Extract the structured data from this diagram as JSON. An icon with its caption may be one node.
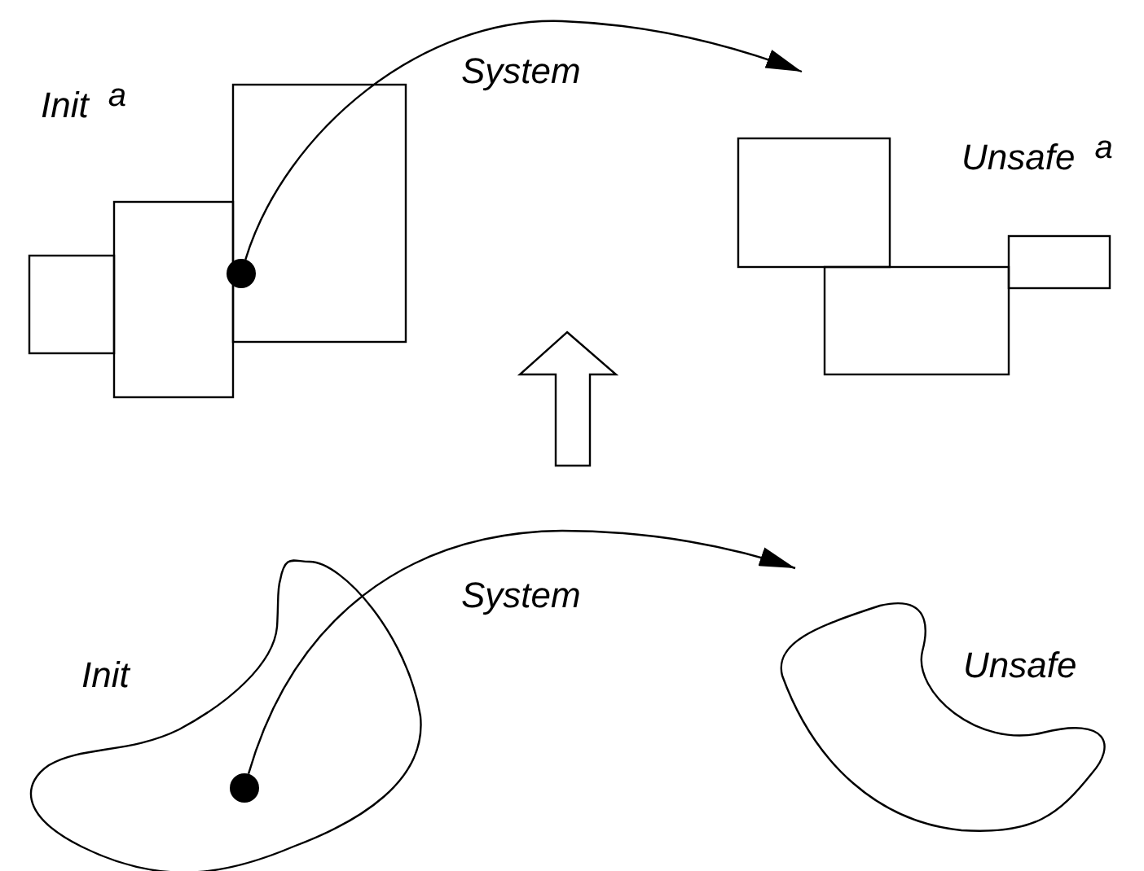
{
  "diagram": {
    "nodes": [
      {
        "text": [],
        "shape": "circle"
      },
      {
        "text": [],
        "shape": "circle"
      }
    ],
    "edges": [
      {
        "from": 0,
        "to": null,
        "arrow": "to",
        "label": "System"
      },
      {
        "from": 1,
        "to": null,
        "arrow": "to",
        "label": "System"
      }
    ],
    "labels": [
      "Init$^{a}$",
      "Unsafe$^{a}$",
      "Init",
      "Unsafe"
    ]
  }
}
